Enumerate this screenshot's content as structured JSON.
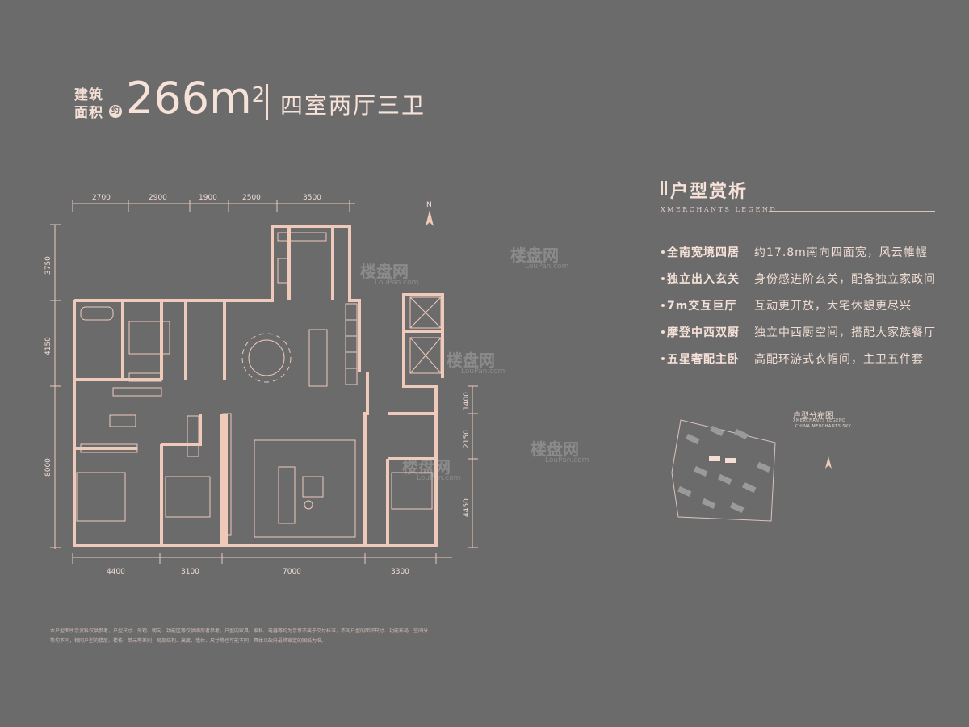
{
  "header": {
    "area_label_line1": "建筑",
    "area_label_line2": "面积",
    "approx_badge": "约",
    "area_value": "266m",
    "area_unit_sup": "2",
    "unit_type": "四室两厅三卫"
  },
  "analysis": {
    "title": "户型赏析",
    "subtitle": "XMERCHANTS LEGEND",
    "items": [
      {
        "key": "全南宽境四居",
        "value": "约17.8m南向四面宽，风云帷幄"
      },
      {
        "key": "独立出入玄关",
        "value": "身份感进阶玄关，配备独立家政间"
      },
      {
        "key": "7m交互巨厅",
        "value": "互动更开放，大宅休憩更尽兴"
      },
      {
        "key": "摩登中西双厨",
        "value": "独立中西厨空间，搭配大家族餐厅"
      },
      {
        "key": "五星奢配主卧",
        "value": "高配环游式衣帽间，主卫五件套"
      }
    ]
  },
  "location_map": {
    "title": "户型分布图",
    "subtitle_1": "XMERCHANTS LEGEND",
    "subtitle_2": "CHINA MERCHANTS SKY"
  },
  "dimensions": {
    "top": [
      "2700",
      "2900",
      "1900",
      "2500",
      "3500"
    ],
    "bottom": [
      "4400",
      "3100",
      "7000",
      "3300"
    ],
    "left": [
      "3750",
      "4150",
      "8000"
    ],
    "right": [
      "1400",
      "2150",
      "4450"
    ]
  },
  "compass_label": "N",
  "watermark": {
    "text": "楼盘网",
    "sub": "LouPan.com"
  },
  "disclaimer": {
    "line1": "本户型图所示资料仅供参考，户型尺寸、外观、朝向、功能区等仅供购房者参考，户型内家具、家私、电器等均为示意不属于交付标准，不同户型的面积尺寸、功能布局、空间分",
    "line2": "等均不同，相同户型的楼层、楼栋、单元等差别，局部结构、高度、墙体、尺寸等也可能不同，具体以政府最终审定的图纸为准。"
  },
  "colors": {
    "background": "#6b6b6b",
    "accent": "#f3dfd6",
    "wall": "#efc9b9"
  }
}
